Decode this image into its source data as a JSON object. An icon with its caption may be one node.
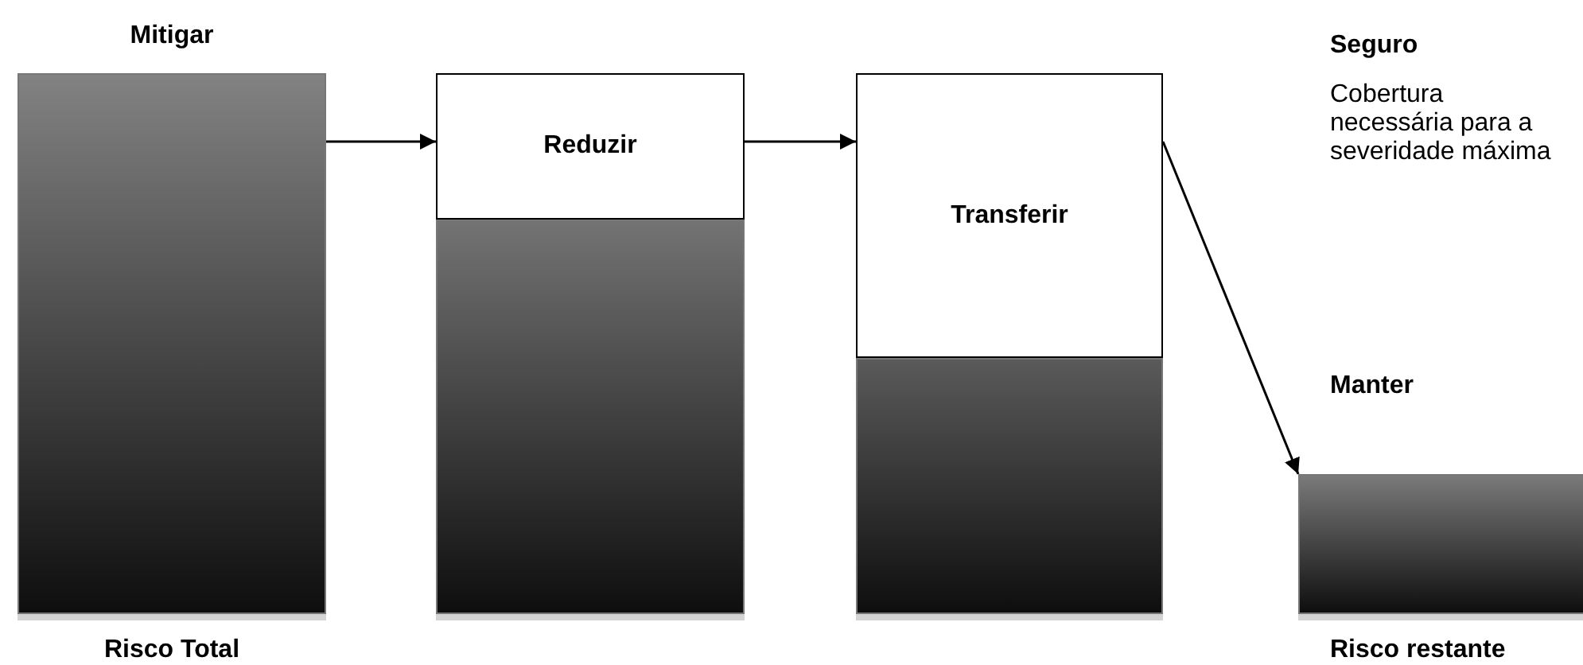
{
  "diagram": {
    "nodes": [
      {
        "text": [
          "Mitigar"
        ],
        "beside": [
          "Risco Total"
        ]
      },
      {
        "text": [
          "Reduzir"
        ]
      },
      {
        "text": [],
        "shape": "bar"
      },
      {
        "text": [
          "Transferir"
        ]
      },
      {
        "text": [],
        "shape": "bar"
      },
      {
        "text": [
          "Manter"
        ],
        "beside": [
          "Risco restante"
        ]
      }
    ],
    "edges": [
      {
        "from": 0,
        "to": 1,
        "arrow": "to"
      },
      {
        "from": 1,
        "to": 3,
        "arrow": "to"
      },
      {
        "from": 3,
        "to": 5,
        "arrow": "to"
      }
    ],
    "labels": [
      "Seguro",
      "Cobertura necessária para a severidade máxima"
    ]
  }
}
